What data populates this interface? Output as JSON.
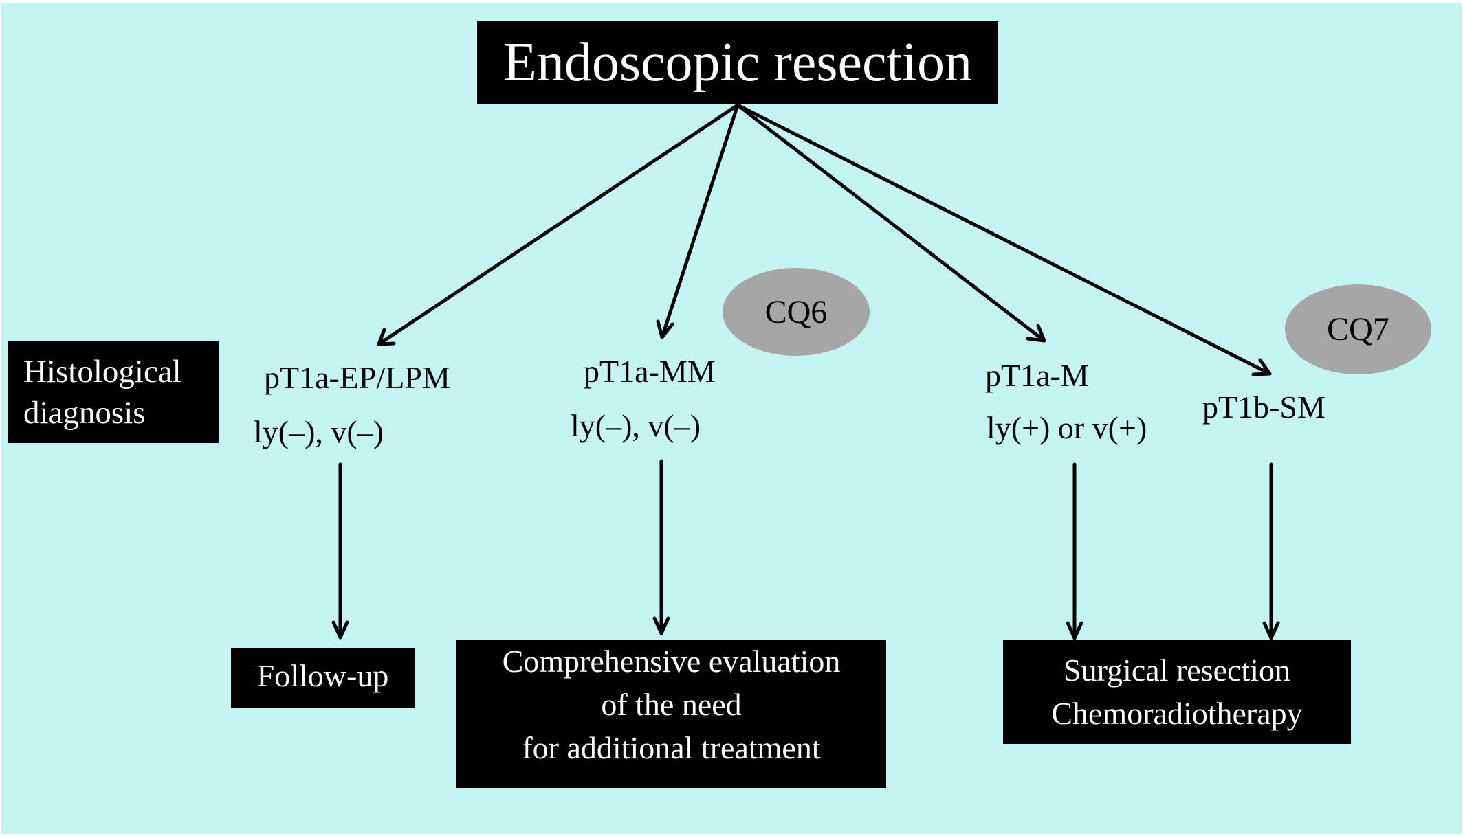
{
  "title": "Endoscopic resection",
  "side_label": {
    "line1": "Histological",
    "line2": "diagnosis"
  },
  "branches": [
    {
      "diagnosis": "pT1a-EP/LPM",
      "condition": "ly(–), v(–)"
    },
    {
      "diagnosis": "pT1a-MM",
      "condition": "ly(–), v(–)",
      "question": "CQ6"
    },
    {
      "diagnosis": "pT1a-M",
      "condition": "ly(+) or v(+)"
    },
    {
      "diagnosis": "pT1b-SM",
      "question": "CQ7"
    }
  ],
  "outcomes": {
    "follow_up": "Follow-up",
    "comprehensive": {
      "line1": "Comprehensive evaluation",
      "line2": "of the need",
      "line3": "for additional treatment"
    },
    "surgical": {
      "line1": "Surgical resection",
      "line2": "Chemoradiotherapy"
    }
  },
  "colors": {
    "background": "#c4f5f3",
    "box_fill": "#000000",
    "box_text": "#ffffff",
    "question_fill": "#a6a6a6",
    "arrow": "#000000"
  }
}
